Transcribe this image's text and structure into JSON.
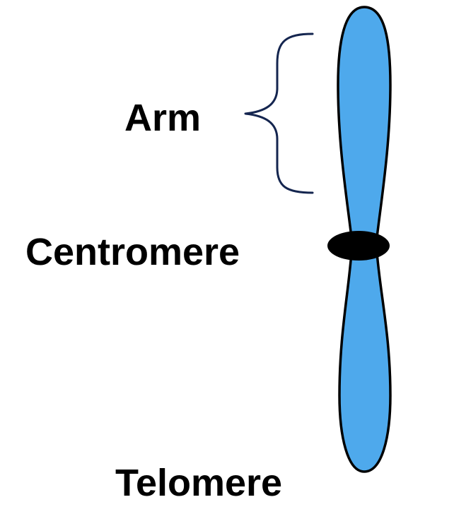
{
  "labels": {
    "arm": "Arm",
    "centromere": "Centromere",
    "telomere": "Telomere"
  },
  "colors": {
    "chromatid_fill": "#4EA9EC",
    "outline": "#000000",
    "bracket": "#14254F",
    "centromere": "#000000",
    "background": "#FFFFFF"
  }
}
